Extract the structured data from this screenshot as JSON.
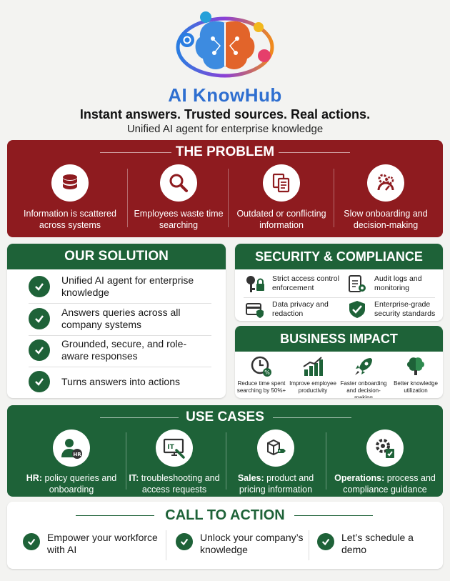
{
  "header": {
    "brand_ai": "AI",
    "brand_rest": "KnowHub",
    "tagline": "Instant answers. Trusted sources. Real actions.",
    "subtitle": "Unified AI agent for enterprise knowledge"
  },
  "problem": {
    "title": "THE PROBLEM",
    "items": [
      {
        "icon": "database-icon",
        "text": "Information is scattered across systems"
      },
      {
        "icon": "search-magnifier-icon",
        "text": "Employees waste time searching"
      },
      {
        "icon": "documents-icon",
        "text": "Outdated or conflicting information"
      },
      {
        "icon": "gears-gauge-icon",
        "text": "Slow onboarding and decision-making"
      }
    ]
  },
  "solution": {
    "title": "OUR SOLUTION",
    "items": [
      "Unified AI agent for enterprise knowledge",
      "Answers queries across all company systems",
      "Grounded, secure, and role-aware responses",
      "Turns answers into actions"
    ]
  },
  "security": {
    "title": "SECURITY & COMPLIANCE",
    "items": [
      {
        "icon": "key-lock-icon",
        "text": "Strict access control enforcement"
      },
      {
        "icon": "audit-clipboard-icon",
        "text": "Audit logs and monitoring"
      },
      {
        "icon": "credit-card-shield-icon",
        "text": "Data privacy and redaction"
      },
      {
        "icon": "shield-check-icon",
        "text": "Enterprise-grade security standards"
      }
    ]
  },
  "impact": {
    "title": "BUSINESS IMPACT",
    "items": [
      {
        "icon": "clock-percent-icon",
        "text": "Reduce time spent searching by 50%+"
      },
      {
        "icon": "bar-chart-icon",
        "text": "Improve employee productivity"
      },
      {
        "icon": "rocket-icon",
        "text": "Faster onboarding and decision-making"
      },
      {
        "icon": "brain-icon",
        "text": "Better knowledge utilization"
      }
    ]
  },
  "use_cases": {
    "title": "USE CASES",
    "items": [
      {
        "icon": "hr-person-icon",
        "label": "HR:",
        "text": "policy queries and onboarding"
      },
      {
        "icon": "it-monitor-icon",
        "label": "IT:",
        "text": "troubleshooting and access requests"
      },
      {
        "icon": "sales-boxes-icon",
        "label": "Sales:",
        "text": "product and pricing information"
      },
      {
        "icon": "operations-gear-icon",
        "label": "Operations:",
        "text": "process and compliance guidance"
      }
    ]
  },
  "cta": {
    "title": "CALL TO ACTION",
    "items": [
      "Empower your workforce with AI",
      "Unlock your company’s knowledge",
      "Let’s schedule a demo"
    ]
  },
  "colors": {
    "red": "#8e1b1f",
    "green": "#1e6238",
    "blue": "#2f6fd0"
  }
}
